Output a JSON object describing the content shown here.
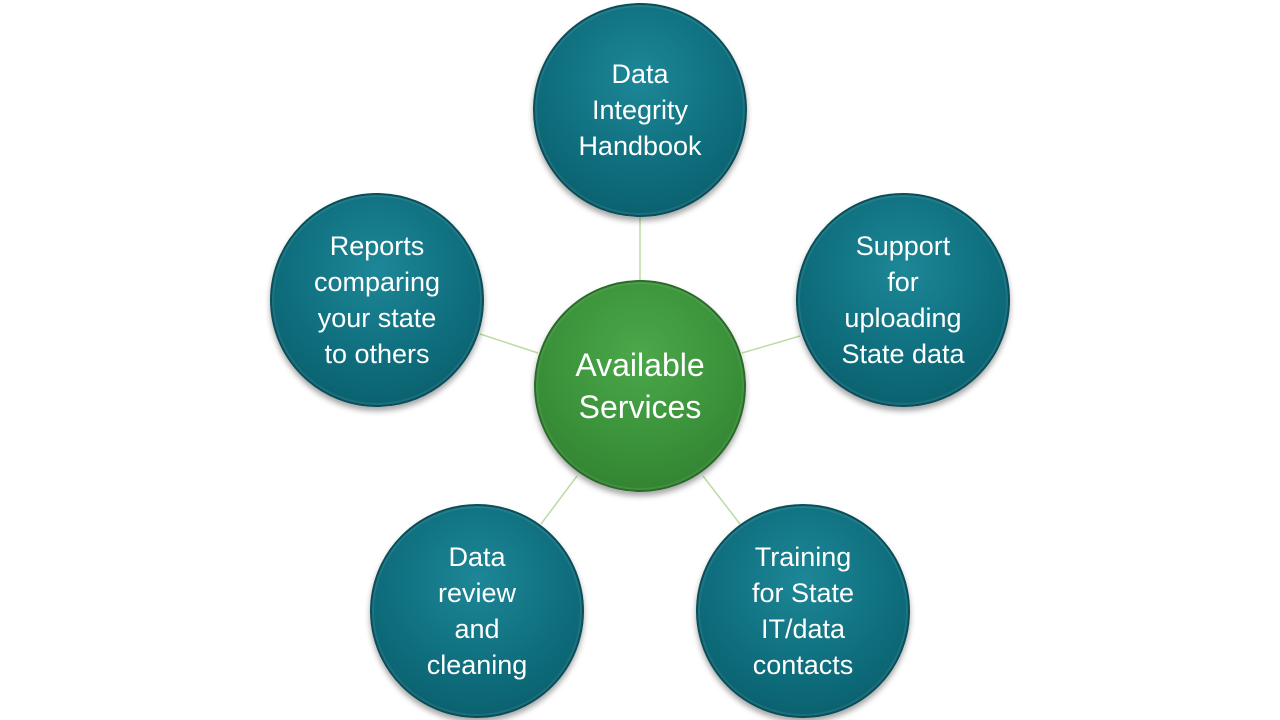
{
  "diagram": {
    "center": {
      "label": "Available\nServices",
      "color": "#3a9139"
    },
    "outer_color": "#0e6d7c",
    "connector_color": "#b9dca3",
    "nodes": [
      {
        "id": "top",
        "label": "Data\nIntegrity\nHandbook"
      },
      {
        "id": "right",
        "label": "Support\nfor\nuploading\nState data"
      },
      {
        "id": "bottom-right",
        "label": "Training\nfor State\nIT/data\ncontacts"
      },
      {
        "id": "bottom-left",
        "label": "Data\nreview\nand\ncleaning"
      },
      {
        "id": "left",
        "label": "Reports\ncomparing\nyour state\nto others"
      }
    ]
  }
}
